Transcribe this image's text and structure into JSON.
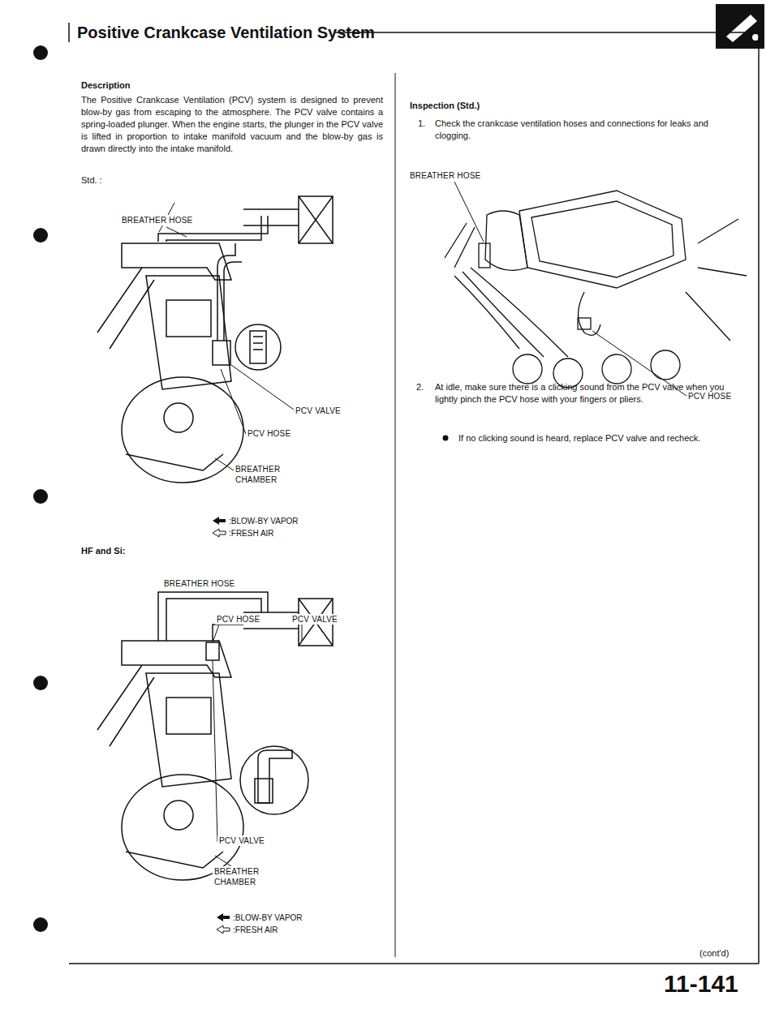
{
  "diagram": {
    "title": "Positive Crankcase Ventilation System",
    "labels": [
      "Description",
      "The Positive Crankcase Ventilation (PCV) system is designed to prevent blow-by gas from escaping to the atmosphere. The PCV valve contains a spring-loaded plunger. When the engine starts, the plunger in the PCV valve is lifted in proportion to intake manifold vacuum and the blow-by gas is drawn directly into the intake manifold.",
      "Std. :",
      "BREATHER HOSE",
      "PCV VALVE",
      "PCV HOSE",
      "BREATHER CHAMBER",
      "HF and Si:",
      "BREATHER HOSE",
      "PCV HOSE",
      "PCV VALVE",
      "PCV VALVE",
      "BREATHER CHAMBER",
      "Inspection (Std.)",
      "1.",
      "Check the crankcase ventilation hoses and connections for leaks and clogging.",
      "BREATHER HOSE",
      "PCV HOSE",
      "2.",
      "At idle, make sure there is a clicking sound from the PCV valve when you lightly pinch the PCV hose with your fingers or pliers.",
      "If no clicking sound is heard, replace PCV valve and recheck.",
      "(cont'd)",
      "11-141"
    ],
    "legend": [
      {
        "text": ":BLOW-BY VAPOR"
      },
      {
        "text": ":FRESH AIR"
      },
      {
        "text": ":BLOW-BY VAPOR"
      },
      {
        "text": ":FRESH AIR"
      }
    ]
  }
}
